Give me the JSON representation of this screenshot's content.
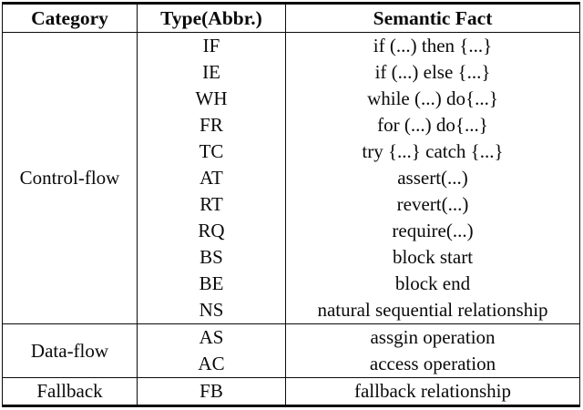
{
  "table": {
    "headers": [
      "Category",
      "Type(Abbr.)",
      "Semantic Fact"
    ],
    "sections": [
      {
        "category": "Control-flow",
        "rows": [
          {
            "type": "IF",
            "fact": "if (...) then {...}"
          },
          {
            "type": "IE",
            "fact": "if (...) else {...}"
          },
          {
            "type": "WH",
            "fact": "while (...) do{...}"
          },
          {
            "type": "FR",
            "fact": "for (...) do{...}"
          },
          {
            "type": "TC",
            "fact": "try {...} catch {...}"
          },
          {
            "type": "AT",
            "fact": "assert(...)"
          },
          {
            "type": "RT",
            "fact": "revert(...)"
          },
          {
            "type": "RQ",
            "fact": "require(...)"
          },
          {
            "type": "BS",
            "fact": "block start"
          },
          {
            "type": "BE",
            "fact": "block end"
          },
          {
            "type": "NS",
            "fact": "natural sequential relationship"
          }
        ]
      },
      {
        "category": "Data-flow",
        "rows": [
          {
            "type": "AS",
            "fact": "assgin operation"
          },
          {
            "type": "AC",
            "fact": "access operation"
          }
        ]
      },
      {
        "category": "Fallback",
        "rows": [
          {
            "type": "FB",
            "fact": "fallback relationship"
          }
        ]
      }
    ]
  }
}
